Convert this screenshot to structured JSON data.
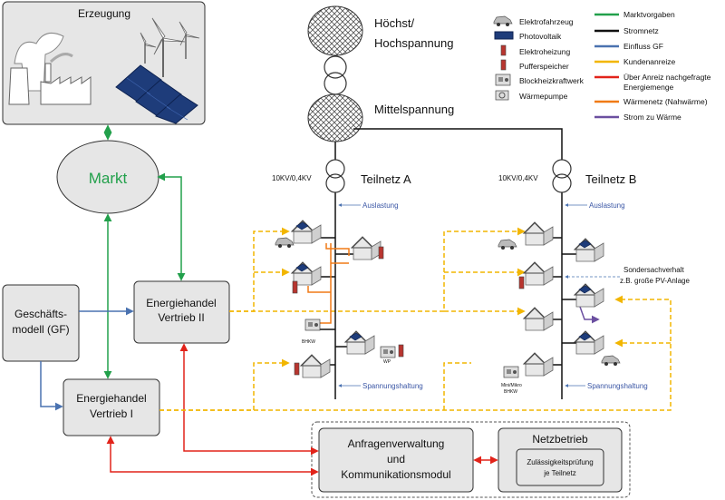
{
  "boxes": {
    "erzeugung": "Erzeugung",
    "markt": "Markt",
    "gf_line1": "Geschäfts-",
    "gf_line2": "modell (GF)",
    "evt2_line1": "Energiehandel",
    "evt2_line2": "Vertrieb II",
    "evt1_line1": "Energiehandel",
    "evt1_line2": "Vertrieb I",
    "anf_line1": "Anfragenverwaltung",
    "anf_line2": "und",
    "anf_line3": "Kommunikationsmodul",
    "netzbetrieb": "Netzbetrieb",
    "zul_line1": "Zulässigkeitsprüfung",
    "zul_line2": "je Teilnetz"
  },
  "grid": {
    "hoechst_line1": "Höchst/",
    "hoechst_line2": "Hochspannung",
    "mittel": "Mittelspannung",
    "teilnetz_a": "Teilnetz A",
    "teilnetz_b": "Teilnetz B",
    "kv_a": "10KV/0,4KV",
    "kv_b": "10KV/0,4KV",
    "auslastung_a": "Auslastung",
    "auslastung_b": "Auslastung",
    "spannung_a": "Spannungshaltung",
    "spannung_b": "Spannungshaltung",
    "sonder_line1": "Sondersachverhalt",
    "sonder_line2": "z.B. große PV-Anlage",
    "bhkw_a": "BHKW",
    "wp_a": "WP",
    "mini_line1": "Mini/Mikro",
    "mini_line2": "BHKW"
  },
  "legend_icons": [
    {
      "label": "Elektrofahrzeug",
      "icon": "car-icon"
    },
    {
      "label": "Photovoltaik",
      "icon": "solar-panel-icon"
    },
    {
      "label": "Elektroheizung",
      "icon": "heater-icon"
    },
    {
      "label": "Pufferspeicher",
      "icon": "buffer-storage-icon"
    },
    {
      "label": "Blockheizkraftwerk",
      "icon": "chp-plant-icon"
    },
    {
      "label": "Wärmepumpe",
      "icon": "heat-pump-icon"
    }
  ],
  "legend_lines": [
    {
      "label": "Marktvorgaben",
      "color": "#22a04b"
    },
    {
      "label": "Stromnetz",
      "color": "#111111"
    },
    {
      "label": "Einfluss GF",
      "color": "#4a72b0"
    },
    {
      "label": "Kundenanreize",
      "color": "#f2b600"
    },
    {
      "label": "Über Anreiz nachgefragte",
      "label2": "Energiemenge",
      "color": "#e2231a"
    },
    {
      "label": "Wärmenetz (Nahwärme)",
      "color": "#f07a16"
    },
    {
      "label": "Strom zu Wärme",
      "color": "#6b4fa0"
    }
  ],
  "colors": {
    "green": "#22a04b",
    "blue": "#4a72b0",
    "yellow": "#f2b600",
    "red": "#e2231a",
    "orange": "#f07a16",
    "purple": "#6b4fa0",
    "markt_text": "#22a04b",
    "box_fill": "#e6e6e6"
  }
}
